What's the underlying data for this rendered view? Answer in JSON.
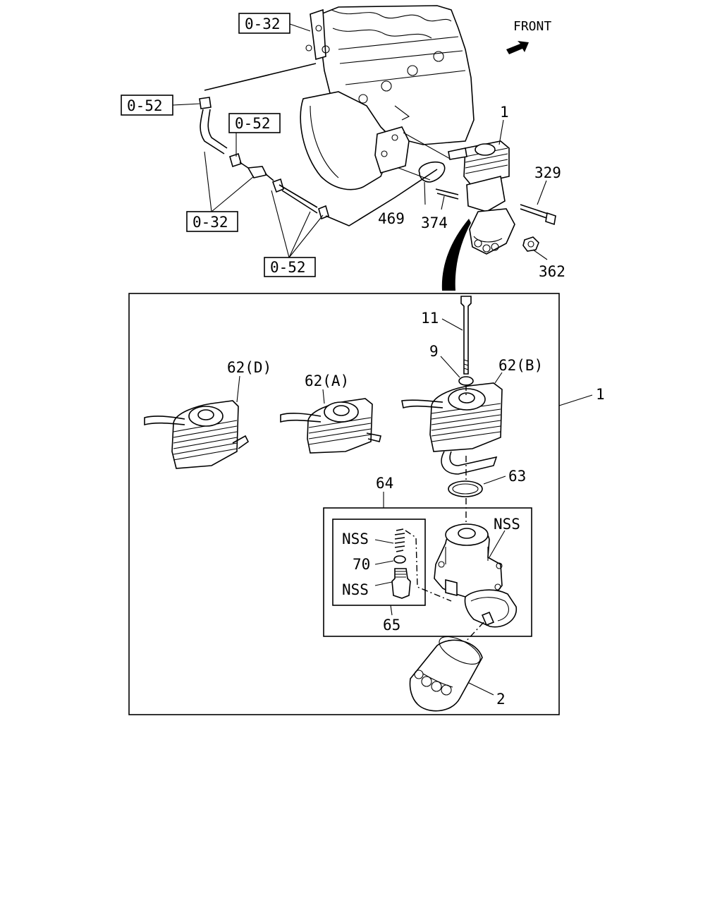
{
  "front_label": "FRONT",
  "callouts": {
    "ref_a": "0-32",
    "ref_b": "0-52",
    "ref_c": "0-52",
    "ref_d": "0-32",
    "ref_e": "0-52",
    "p1_top": "1",
    "p329": "329",
    "p469": "469",
    "p374": "374",
    "p362": "362",
    "p11": "11",
    "p9": "9",
    "p62d": "62(D)",
    "p62a": "62(A)",
    "p62b": "62(B)",
    "p1_side": "1",
    "p63": "63",
    "p64": "64",
    "nss1": "NSS",
    "p70": "70",
    "nss2": "NSS",
    "p65": "65",
    "nss3": "NSS",
    "p2": "2"
  }
}
